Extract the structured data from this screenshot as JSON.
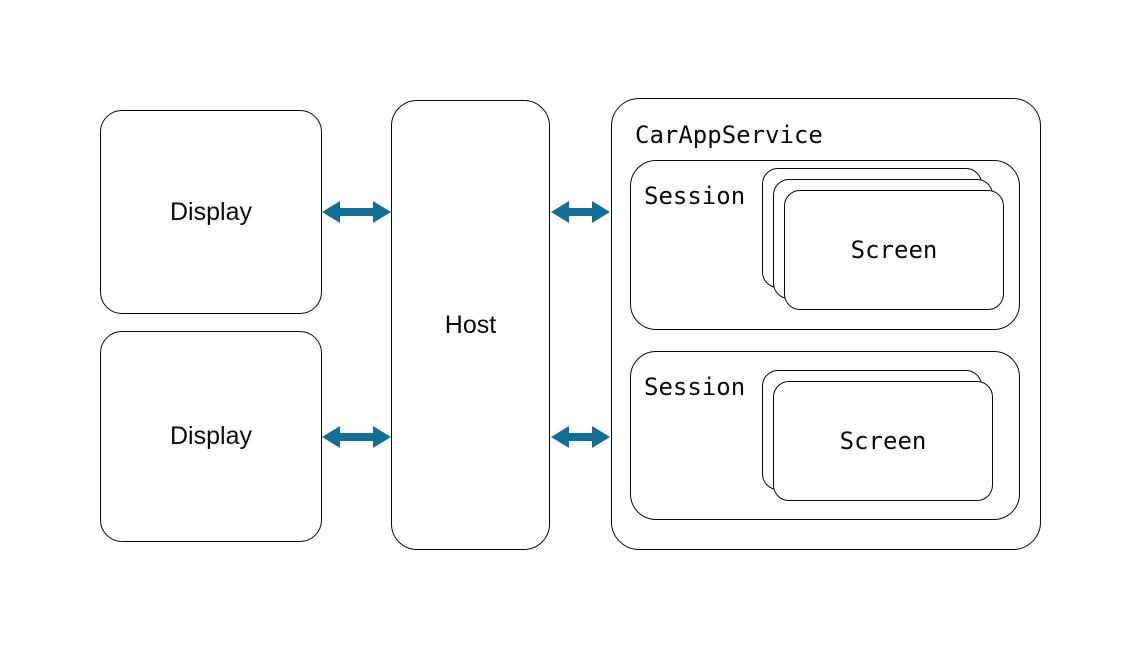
{
  "diagram": {
    "background": "#FFFFFF",
    "border_color": "#0A0A0A",
    "arrow_color": "#136F96",
    "display1": {
      "label": "Display"
    },
    "display2": {
      "label": "Display"
    },
    "host": {
      "label": "Host"
    },
    "car_app_service": {
      "label": "CarAppService",
      "sessions": [
        {
          "label": "Session",
          "screens": {
            "label": "Screen",
            "count": 3
          }
        },
        {
          "label": "Session",
          "screens": {
            "label": "Screen",
            "count": 2
          }
        }
      ]
    },
    "arrows": [
      {
        "name": "display1-host",
        "type": "bidirectional"
      },
      {
        "name": "display2-host",
        "type": "bidirectional"
      },
      {
        "name": "host-carappservice-top",
        "type": "bidirectional"
      },
      {
        "name": "host-carappservice-bottom",
        "type": "bidirectional"
      }
    ]
  }
}
